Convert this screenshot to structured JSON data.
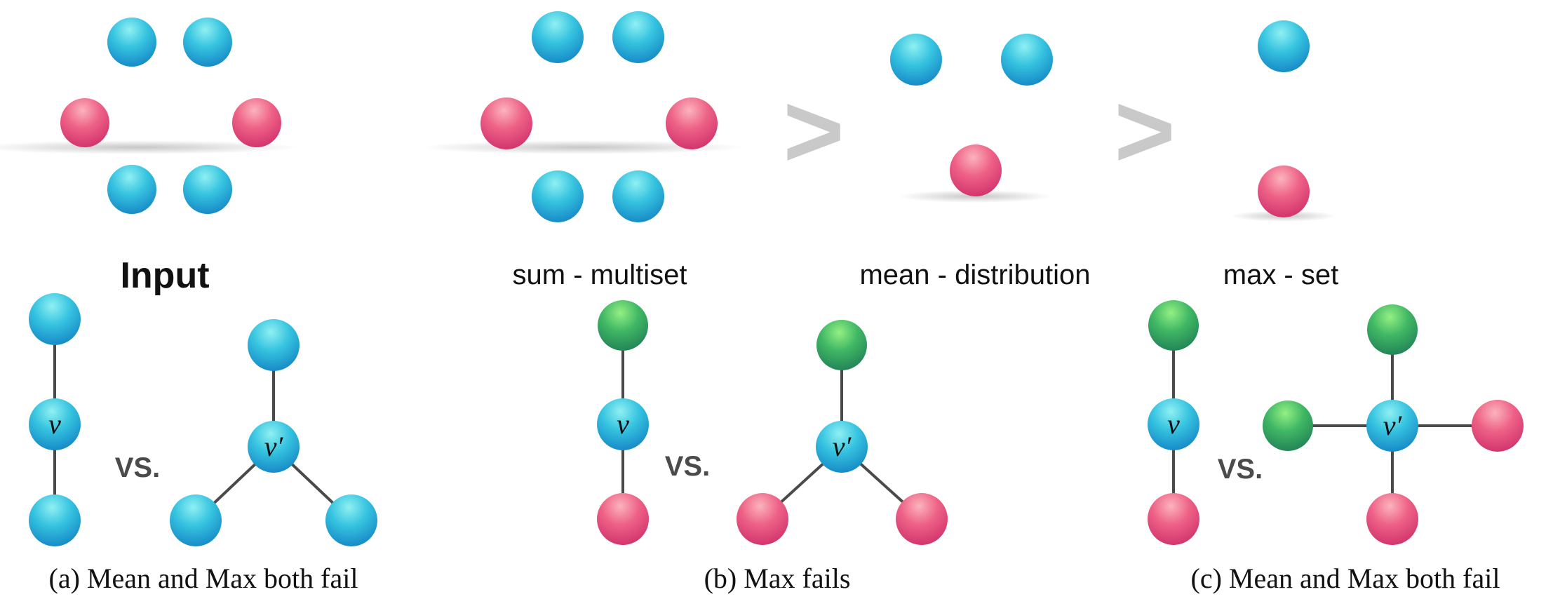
{
  "top_row": {
    "input_label": "Input",
    "sum_label": "sum - multiset",
    "mean_label": "mean - distribution",
    "max_label": "max - set",
    "comparator_1": ">",
    "comparator_2": ">"
  },
  "panels": {
    "a": {
      "caption": "(a) Mean and Max both fail",
      "left_center_label": "v",
      "vs_label": "VS.",
      "right_center_label": "v′"
    },
    "b": {
      "caption": "(b) Max fails",
      "left_center_label": "v",
      "vs_label": "VS.",
      "right_center_label": "v′"
    },
    "c": {
      "caption": "(c) Mean and Max both fail",
      "left_center_label": "v",
      "vs_label": "VS.",
      "right_center_label": "v′"
    }
  },
  "colors": {
    "blue": "#2fb8dc",
    "red": "#e8547f",
    "green": "#3dae66",
    "edge": "#4a4a4a",
    "comparator": "#c9c9c9"
  }
}
